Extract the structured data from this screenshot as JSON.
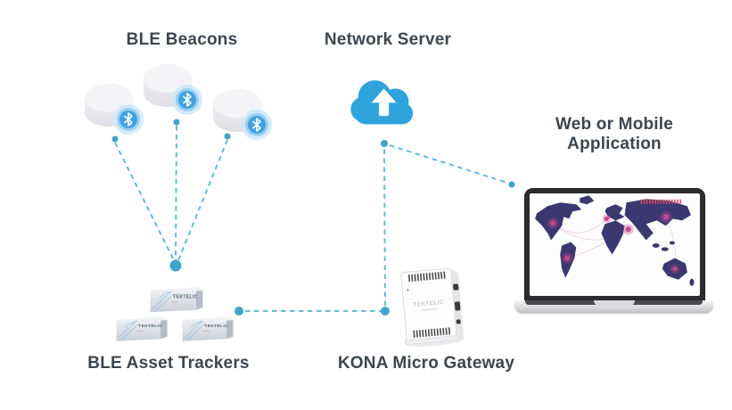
{
  "labels": {
    "ble_beacons": "BLE Beacons",
    "network_server": "Network Server",
    "web_or_mobile_application": "Web or Mobile Application",
    "ble_asset_trackers": "BLE Asset Trackers",
    "kona_micro_gateway": "KONA Micro Gateway"
  },
  "brand": "TEKTELIC",
  "icons": {
    "beacon_badge": "bluetooth-icon",
    "network_server": "cloud-upload-icon",
    "application_screen": "world-map"
  },
  "colors": {
    "connector_line": "#66bada",
    "connector_dot": "#3fa5c9",
    "cloud": "#2fa3db",
    "bluetooth_badge": "#3fa3e0",
    "map_land": "#3b3870",
    "map_hotspot": "#c4468c",
    "legend_red": "#d84a63",
    "label_text": "#3e464d"
  },
  "connections": [
    {
      "from": "ble-beacons",
      "to": "ble-asset-trackers",
      "style": "dashed"
    },
    {
      "from": "ble-asset-trackers",
      "to": "kona-micro-gateway",
      "style": "dashed"
    },
    {
      "from": "kona-micro-gateway",
      "to": "network-server",
      "style": "dashed"
    },
    {
      "from": "network-server",
      "to": "web-or-mobile-application",
      "style": "dashed"
    }
  ]
}
